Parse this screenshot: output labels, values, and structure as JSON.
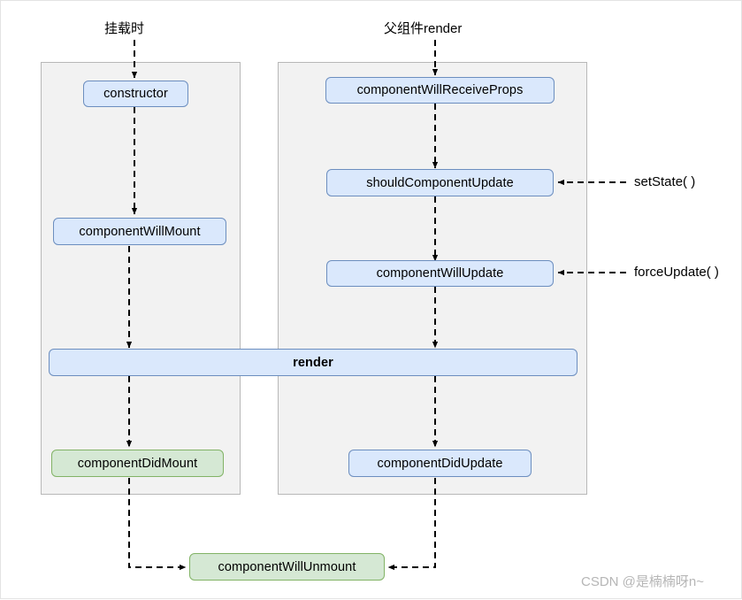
{
  "diagram": {
    "title_captions": [
      {
        "id": "mount-caption",
        "text": "挂载时"
      },
      {
        "id": "parent-render-caption",
        "text": "父组件render"
      }
    ],
    "panels": [
      {
        "id": "mount-panel",
        "name": "mounting-phase-panel"
      },
      {
        "id": "update-panel",
        "name": "updating-phase-panel"
      }
    ],
    "nodes": [
      {
        "id": "constructor",
        "label": "constructor",
        "color": "blue"
      },
      {
        "id": "componentWillMount",
        "label": "componentWillMount",
        "color": "blue"
      },
      {
        "id": "componentDidMount",
        "label": "componentDidMount",
        "color": "green"
      },
      {
        "id": "componentWillReceiveProps",
        "label": "componentWillReceiveProps",
        "color": "blue"
      },
      {
        "id": "shouldComponentUpdate",
        "label": "shouldComponentUpdate",
        "color": "blue"
      },
      {
        "id": "componentWillUpdate",
        "label": "componentWillUpdate",
        "color": "blue"
      },
      {
        "id": "componentDidUpdate",
        "label": "componentDidUpdate",
        "color": "blue"
      },
      {
        "id": "render",
        "label": "render",
        "color": "blue"
      },
      {
        "id": "componentWillUnmount",
        "label": "componentWillUnmount",
        "color": "green"
      }
    ],
    "side_labels": [
      {
        "id": "setState",
        "text": "setState( )"
      },
      {
        "id": "forceUpdate",
        "text": "forceUpdate( )"
      }
    ],
    "watermark": "CSDN @是楠楠呀n~",
    "colors": {
      "blue_fill": "#dae8fc",
      "blue_stroke": "#6c8ebf",
      "green_fill": "#d5e8d4",
      "green_stroke": "#82b366",
      "panel_fill": "#f2f2f2",
      "panel_stroke": "#b8b8b8",
      "arrow": "#000000",
      "watermark": "#b6b6b6"
    }
  }
}
